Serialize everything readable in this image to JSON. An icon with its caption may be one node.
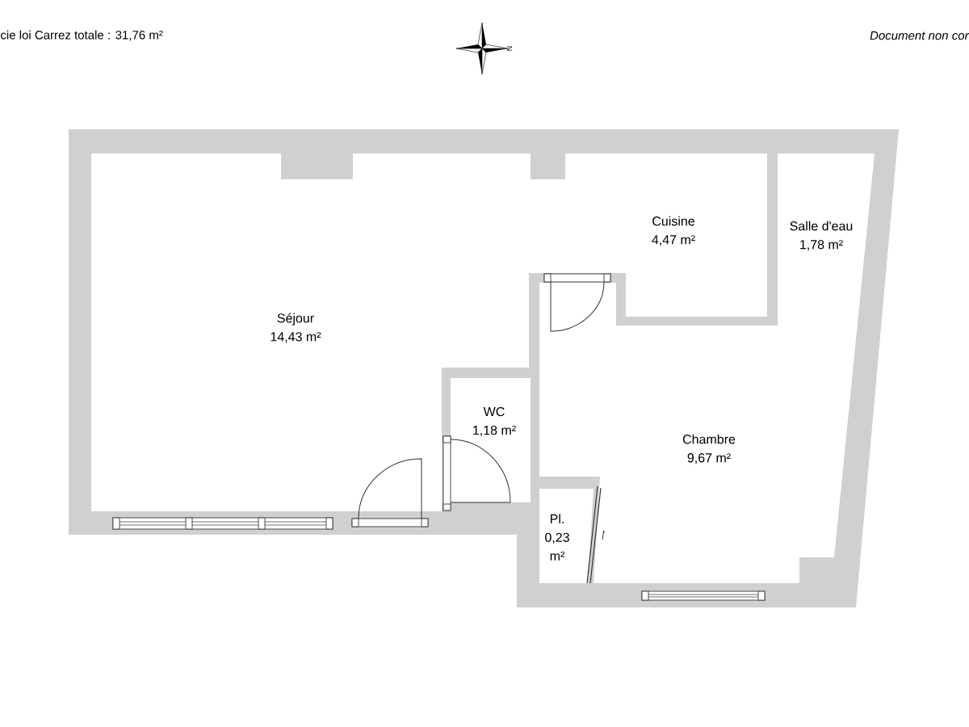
{
  "diagram": {
    "nodes": [
      {
        "text": [
          "Séjour",
          "14,43 m²"
        ]
      },
      {
        "text": [
          "Cuisine",
          "4,47 m²"
        ]
      },
      {
        "text": [
          "Salle d'eau",
          "1,78 m²"
        ]
      },
      {
        "text": [
          "WC",
          "1,18 m²"
        ]
      },
      {
        "text": [
          "Chambre",
          "9,67 m²"
        ]
      },
      {
        "text": [
          "Pl.",
          "0,23 m²"
        ]
      }
    ],
    "labels": [
      "cie loi Carrez totale : 31,76 m²",
      "N",
      "Document non cor"
    ]
  }
}
